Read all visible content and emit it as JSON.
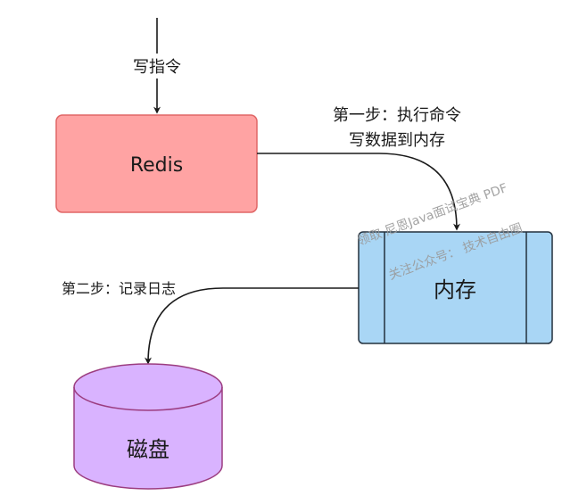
{
  "edges": {
    "write_cmd": "写指令",
    "step1_line1": "第一步：执行命令",
    "step1_line2": "写数据到内存",
    "step2": "第二步：记录日志"
  },
  "nodes": {
    "redis": "Redis",
    "memory": "内存",
    "disk": "磁盘"
  },
  "watermark": {
    "line1": "领取 尼恩Java面试宝典 PDF",
    "line2": "关注公众号： 技术自由圈"
  },
  "colors": {
    "redis_fill": "#ffa3a3",
    "redis_stroke": "#e06666",
    "memory_fill": "#a9d6f5",
    "memory_stroke": "#23303d",
    "disk_fill": "#d9b3ff",
    "disk_stroke": "#9c3d80",
    "line": "#1a1a1a"
  }
}
